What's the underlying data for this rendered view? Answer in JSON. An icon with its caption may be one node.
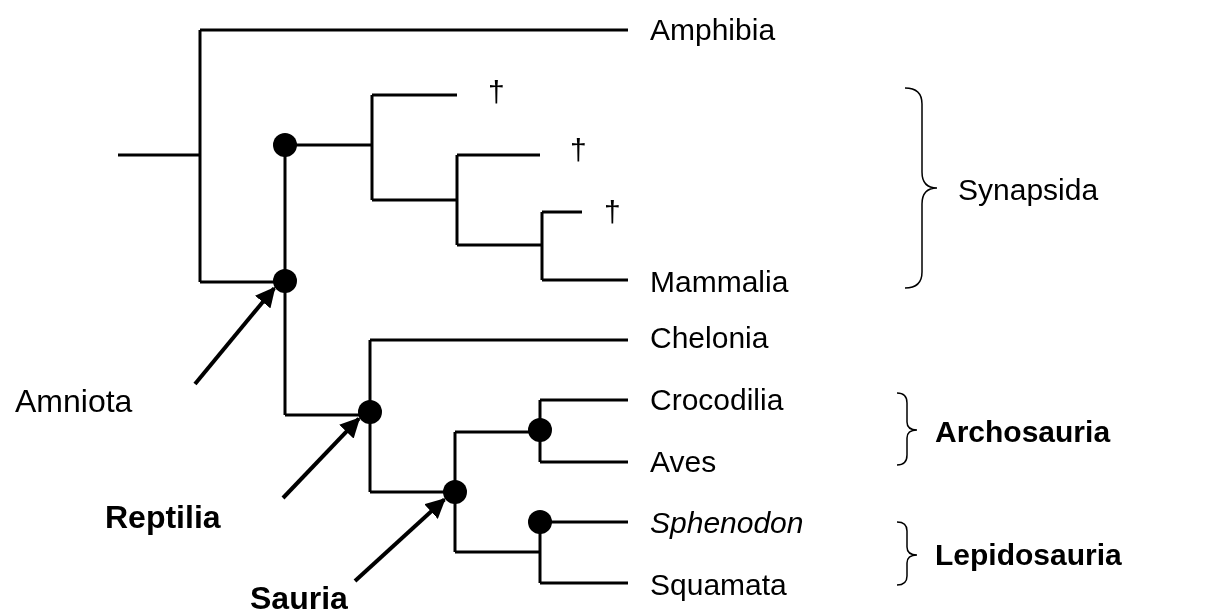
{
  "diagram": {
    "nodes": [
      {
        "text": [
          "Amniota"
        ]
      },
      {
        "text": [
          "Reptilia"
        ]
      },
      {
        "text": [
          "Sauria"
        ]
      },
      {
        "text": [],
        "shape": "circle"
      },
      {
        "text": [],
        "shape": "circle"
      },
      {
        "text": [],
        "shape": "circle"
      },
      {
        "text": [],
        "shape": "circle"
      },
      {
        "text": [],
        "shape": "circle"
      },
      {
        "text": [],
        "shape": "circle"
      }
    ],
    "edges": [
      {
        "from": 0,
        "to": 4,
        "arrow": "to"
      },
      {
        "from": 1,
        "to": 5,
        "arrow": "to"
      },
      {
        "from": 2,
        "to": 6,
        "arrow": "to"
      }
    ],
    "labels": [
      "Amphibia",
      "†",
      "†",
      "Synapsida",
      "†",
      "Mammalia",
      "Chelonia",
      "Crocodilia",
      "Archosauria",
      "Aves",
      "Sphenodon",
      "Lepidosauria",
      "Squamata"
    ]
  }
}
